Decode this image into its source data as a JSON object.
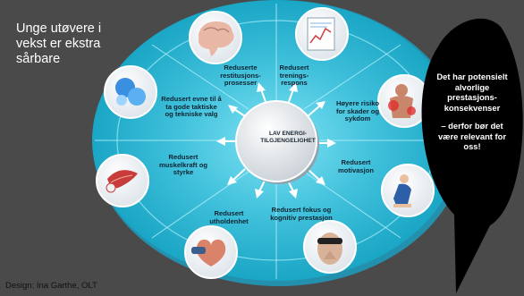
{
  "title": "Unge utøvere i vekst er ekstra sårbare",
  "credit": "Design: Ina Garthe, OLT",
  "center": "LAV ENERGI-TILGJENGELIGHET",
  "segments": {
    "restitusjon": "Reduserte restitusjons-prosesser",
    "trening": "Redusert trenings-respons",
    "skader": "Høyere risiko for skader og sykdom",
    "motivasjon": "Redusert motivasjon",
    "fokus": "Redusert fokus og kognitiv prestasjon",
    "utholdenhet": "Redusert utholdenhet",
    "muskelkraft": "Redusert muskelkraft og styrke",
    "taktiske": "Redusert evne til å ta gode taktiske og tekniske valg"
  },
  "bubble": {
    "line1": "Det har potensielt alvorlige prestasjons-konsekvenser",
    "line2": "– derfor bør det være relevant for oss!"
  },
  "colors": {
    "background": "#4a4a4a",
    "ring": "#3fc0db",
    "ring_dark": "#1aa6c5",
    "center": "#e9ecef",
    "bubble": "#000000"
  },
  "icons": [
    "brain-icon",
    "chart-icon",
    "athlete-injury-icon",
    "exhausted-athlete-icon",
    "focused-face-icon",
    "heart-icon",
    "muscle-icon",
    "blood-cells-icon"
  ]
}
